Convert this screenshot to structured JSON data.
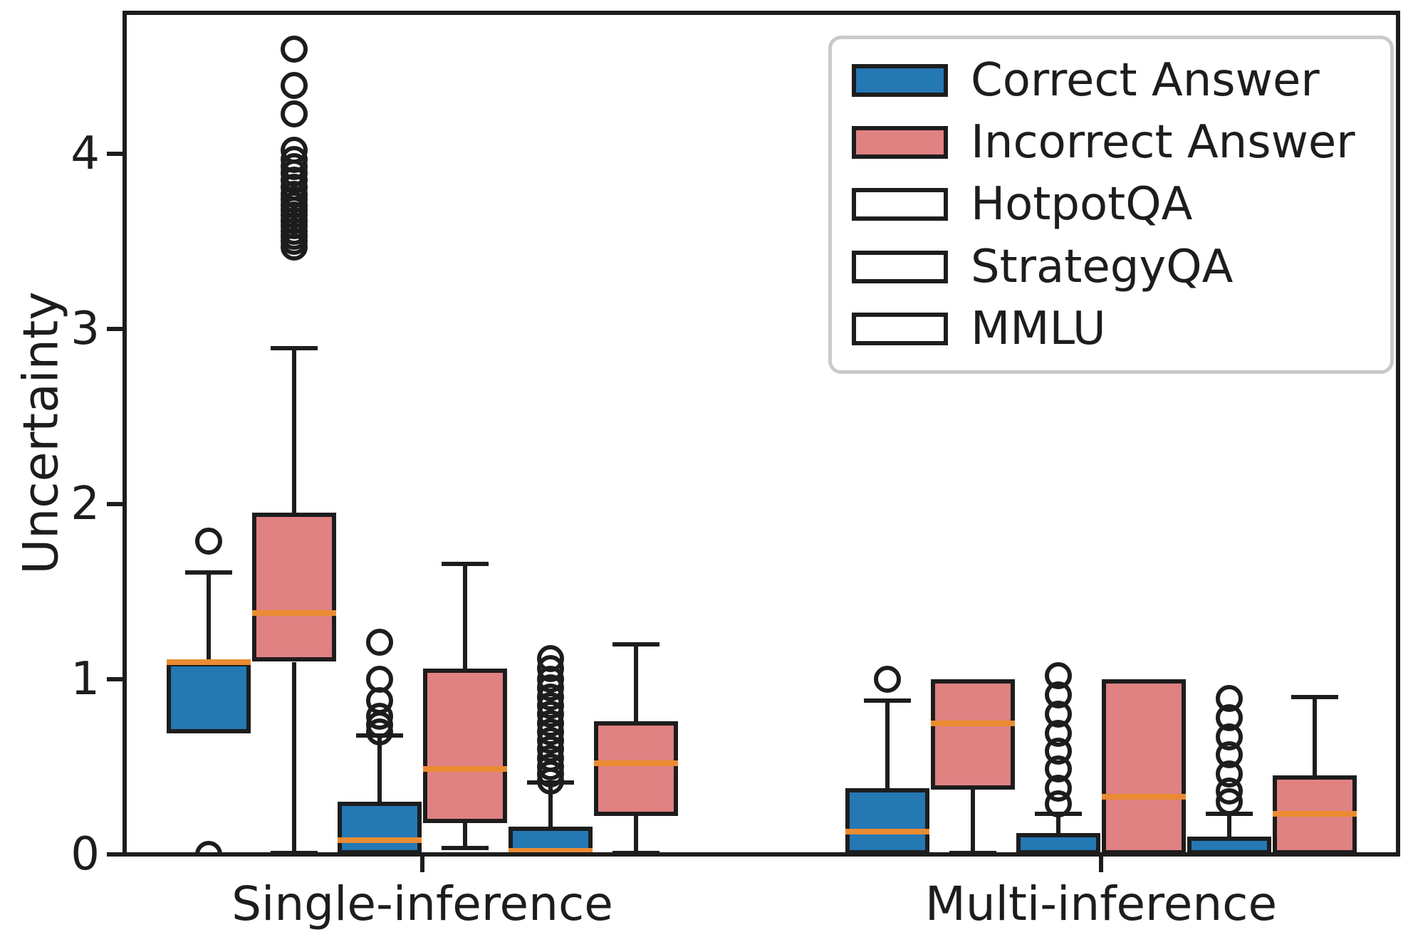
{
  "figure": {
    "background": "#ffffff",
    "y_axis_label": "Uncertainty"
  },
  "colors": {
    "correct_blue": "#2478b4",
    "incorrect_red": "#e08182",
    "median_orange": "#ea8b32",
    "line_black": "#1d1d1d",
    "legend_border": "#c9c9c9"
  },
  "legend": {
    "items": [
      {
        "label": "Correct Answer",
        "swatch": "blue-solid"
      },
      {
        "label": "Incorrect Answer",
        "swatch": "red-solid"
      },
      {
        "label": "HotpotQA",
        "swatch": "slash-hatch"
      },
      {
        "label": "StrategyQA",
        "swatch": "circle-hatch"
      },
      {
        "label": "MMLU",
        "swatch": "backslash-hatch"
      }
    ]
  },
  "chart_data": {
    "type": "box",
    "title": "",
    "xlabel": "",
    "ylabel": "Uncertainty",
    "ylim": [
      0,
      4.85
    ],
    "grid": false,
    "legend_position": "upper right",
    "yticks": [
      {
        "value": 0,
        "label": "0"
      },
      {
        "value": 1,
        "label": "1"
      },
      {
        "value": 2,
        "label": "2"
      },
      {
        "value": 3,
        "label": "3"
      },
      {
        "value": 4,
        "label": "4"
      }
    ],
    "groups": [
      {
        "label": "Single-inference"
      },
      {
        "label": "Multi-inference"
      }
    ],
    "box_order": [
      "HotpotQA-correct",
      "HotpotQA-incorrect",
      "StrategyQA-correct",
      "StrategyQA-incorrect",
      "MMLU-correct",
      "MMLU-incorrect"
    ],
    "boxes": [
      {
        "group": 0,
        "dataset": "HotpotQA",
        "answer": "correct",
        "hatch": "/",
        "q1": 0.69,
        "median": 1.1,
        "q3": 1.1,
        "whisker_low": 0.69,
        "whisker_high": 1.61,
        "outliers": [
          1.79,
          0.0
        ]
      },
      {
        "group": 0,
        "dataset": "HotpotQA",
        "answer": "incorrect",
        "hatch": "/",
        "q1": 1.1,
        "median": 1.38,
        "q3": 1.95,
        "whisker_low": 0.0,
        "whisker_high": 2.89,
        "outliers": [
          4.6,
          4.39,
          4.23,
          4.02,
          3.97,
          3.93,
          3.89,
          3.85,
          3.81,
          3.77,
          3.74,
          3.71,
          3.68,
          3.65,
          3.62,
          3.59,
          3.56,
          3.53,
          3.5,
          3.47
        ]
      },
      {
        "group": 0,
        "dataset": "StrategyQA",
        "answer": "correct",
        "hatch": "o",
        "q1": 0.0,
        "median": 0.08,
        "q3": 0.3,
        "whisker_low": 0.0,
        "whisker_high": 0.68,
        "outliers": [
          1.21,
          1.0,
          0.88,
          0.79,
          0.74,
          0.7
        ]
      },
      {
        "group": 0,
        "dataset": "StrategyQA",
        "answer": "incorrect",
        "hatch": "o",
        "q1": 0.18,
        "median": 0.49,
        "q3": 1.06,
        "whisker_low": 0.03,
        "whisker_high": 1.66,
        "outliers": []
      },
      {
        "group": 0,
        "dataset": "MMLU",
        "answer": "correct",
        "hatch": "\\",
        "q1": 0.0,
        "median": 0.02,
        "q3": 0.16,
        "whisker_low": 0.0,
        "whisker_high": 0.41,
        "outliers": [
          1.12,
          1.06,
          1.0,
          0.95,
          0.9,
          0.85,
          0.8,
          0.75,
          0.7,
          0.65,
          0.6,
          0.55,
          0.5,
          0.46,
          0.42
        ]
      },
      {
        "group": 0,
        "dataset": "MMLU",
        "answer": "incorrect",
        "hatch": "\\",
        "q1": 0.22,
        "median": 0.52,
        "q3": 0.76,
        "whisker_low": 0.0,
        "whisker_high": 1.2,
        "outliers": []
      },
      {
        "group": 1,
        "dataset": "HotpotQA",
        "answer": "correct",
        "hatch": "/",
        "q1": 0.0,
        "median": 0.13,
        "q3": 0.38,
        "whisker_low": 0.0,
        "whisker_high": 0.88,
        "outliers": [
          1.0
        ]
      },
      {
        "group": 1,
        "dataset": "HotpotQA",
        "answer": "incorrect",
        "hatch": "/",
        "q1": 0.37,
        "median": 0.75,
        "q3": 1.0,
        "whisker_low": 0.0,
        "whisker_high": 1.0,
        "outliers": []
      },
      {
        "group": 1,
        "dataset": "StrategyQA",
        "answer": "correct",
        "hatch": "o",
        "q1": 0.0,
        "median": 0.0,
        "q3": 0.12,
        "whisker_low": 0.0,
        "whisker_high": 0.23,
        "outliers": [
          1.02,
          0.91,
          0.8,
          0.69,
          0.59,
          0.49,
          0.38,
          0.29
        ]
      },
      {
        "group": 1,
        "dataset": "StrategyQA",
        "answer": "incorrect",
        "hatch": "o",
        "q1": 0.0,
        "median": 0.33,
        "q3": 1.0,
        "whisker_low": 0.0,
        "whisker_high": 1.0,
        "outliers": []
      },
      {
        "group": 1,
        "dataset": "MMLU",
        "answer": "correct",
        "hatch": "\\",
        "q1": 0.0,
        "median": 0.0,
        "q3": 0.1,
        "whisker_low": 0.0,
        "whisker_high": 0.23,
        "outliers": [
          0.89,
          0.78,
          0.67,
          0.57,
          0.46,
          0.36,
          0.3
        ]
      },
      {
        "group": 1,
        "dataset": "MMLU",
        "answer": "incorrect",
        "hatch": "\\",
        "q1": 0.0,
        "median": 0.23,
        "q3": 0.45,
        "whisker_low": 0.0,
        "whisker_high": 0.9,
        "outliers": []
      }
    ]
  }
}
